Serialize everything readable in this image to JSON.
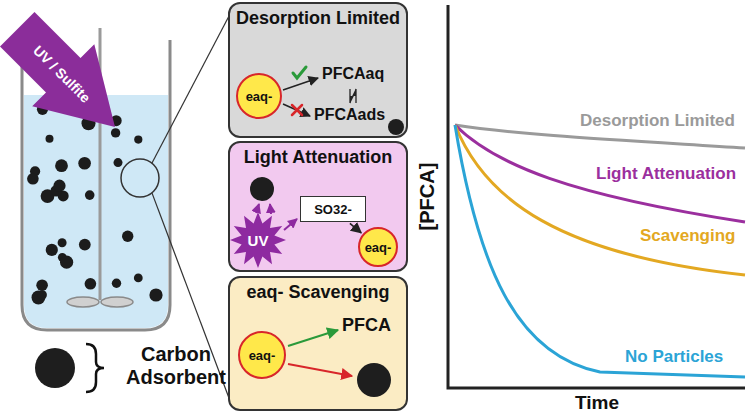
{
  "diagram": {
    "nodes": [
      {
        "text": [
          "UV / Sulfite"
        ]
      },
      {
        "text": [
          "Desorption Limited"
        ]
      },
      {
        "text": [
          "eaq-"
        ],
        "in": 1
      },
      {
        "text": [
          "Light Attenuation"
        ]
      },
      {
        "text": [
          "UV"
        ],
        "in": 3
      },
      {
        "text": [
          "SO32-"
        ],
        "in": 3
      },
      {
        "text": [
          "eaq-"
        ],
        "in": 3
      },
      {
        "text": [
          "eaq- Scavenging"
        ]
      },
      {
        "text": [
          "eaq-"
        ],
        "in": 7
      }
    ],
    "edges": [
      {
        "from": 5,
        "to": 6,
        "arrow": "to"
      }
    ],
    "labels": [
      "PFCAaq",
      "PFCAads",
      "PFCA",
      "Carbon Adsorbent",
      "[PFCA]",
      "Time",
      "Desorption Limited",
      "Light Attenuation",
      "Scavenging",
      "No Particles"
    ]
  }
}
